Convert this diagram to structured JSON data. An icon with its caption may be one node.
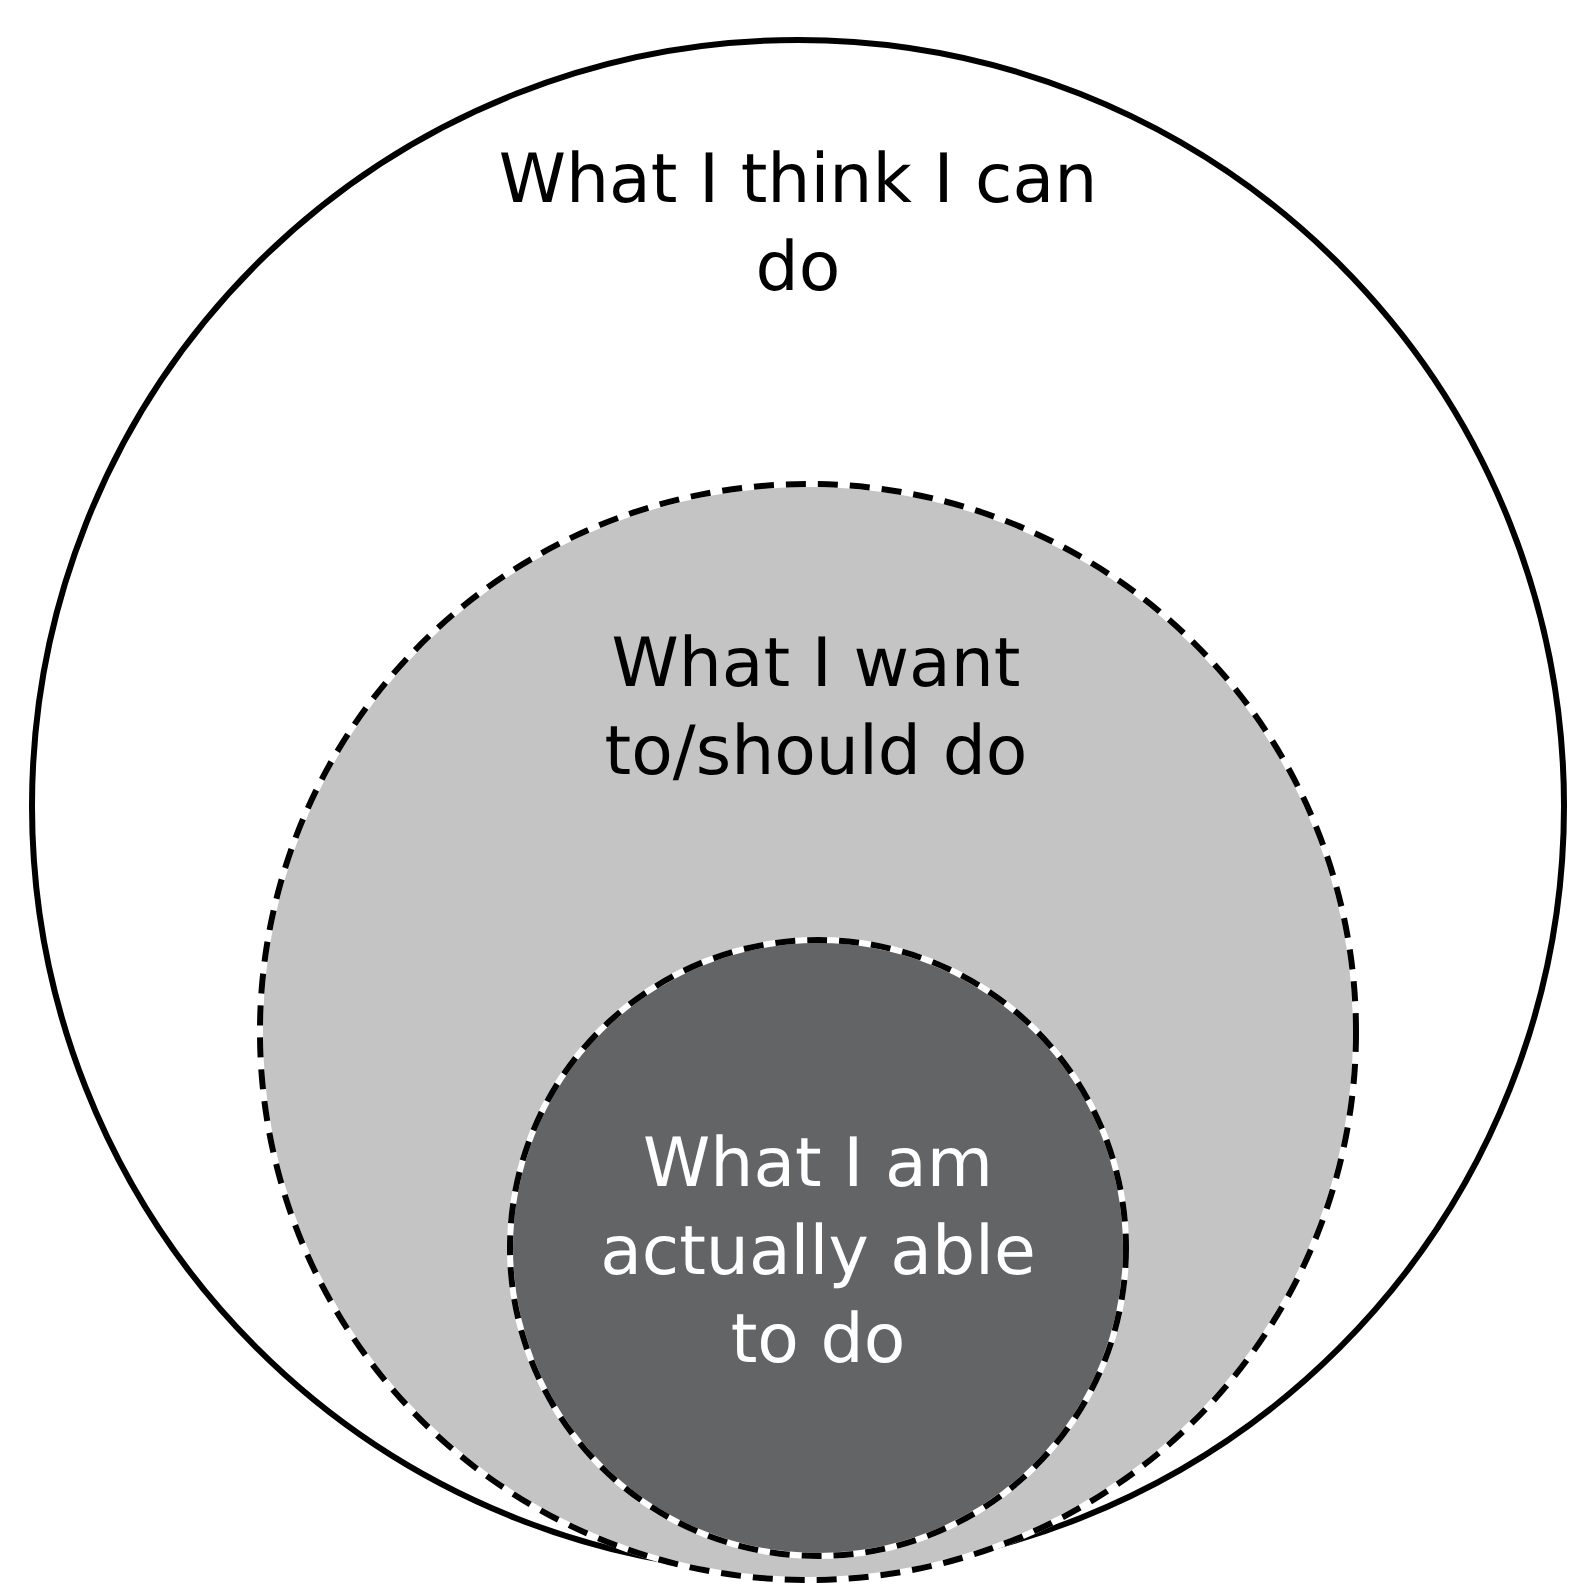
{
  "diagram": {
    "nodes": [
      {
        "text": [
          "What I think I can do"
        ]
      },
      {
        "text": [
          "What I want to/should do"
        ],
        "in": 0
      },
      {
        "text": [
          "What I am actually able to do"
        ],
        "in": 1
      }
    ]
  }
}
